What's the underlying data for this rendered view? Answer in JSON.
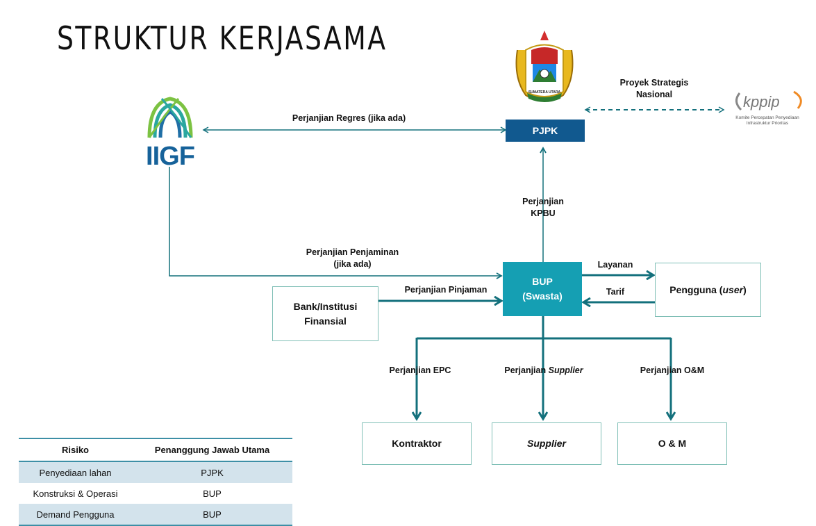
{
  "title": "STRUKTUR KERJASAMA",
  "nodes": {
    "pjpk": "PJPK",
    "bup_line1": "BUP",
    "bup_line2": "(Swasta)",
    "bank_line1": "Bank/Institusi",
    "bank_line2": "Finansial",
    "pengguna": "Pengguna (",
    "pengguna_user": "user",
    "pengguna_close": ")",
    "kontraktor": "Kontraktor",
    "supplier": "Supplier",
    "om": "O & M"
  },
  "logos": {
    "iigf": "IIGF",
    "seal_text": "SUMATERA UTARA",
    "kppip": "kppip",
    "kppip_sub_line1": "Komite Percepatan Penyediaan",
    "kppip_sub_line2": "Infrastruktur Prioritas"
  },
  "edges": {
    "regres": "Perjanjian Regres (jika ada)",
    "psn_line1": "Proyek Strategis",
    "psn_line2": "Nasional",
    "kpbu_line1": "Perjanjian",
    "kpbu_line2": "KPBU",
    "penjaminan_line1": "Perjanjian Penjaminan",
    "penjaminan_line2": "(jika ada)",
    "pinjaman": "Perjanjian Pinjaman",
    "layanan": "Layanan",
    "tarif": "Tarif",
    "epc": "Perjanjian EPC",
    "supplier_prefix": "Perjanjian ",
    "supplier_word": "Supplier",
    "om": "Perjanjian O&M"
  },
  "risk_table": {
    "headers": [
      "Risiko",
      "Penanggung Jawab Utama"
    ],
    "rows": [
      [
        "Penyediaan lahan",
        "PJPK"
      ],
      [
        "Konstruksi & Operasi",
        "BUP"
      ],
      [
        "Demand Pengguna",
        "BUP"
      ]
    ]
  },
  "colors": {
    "arrow": "#13707c",
    "pjpk_fill": "#11598f",
    "bup_fill": "#159fb3",
    "box_border": "#7fbfb6",
    "table_shade": "#d3e3ec"
  }
}
